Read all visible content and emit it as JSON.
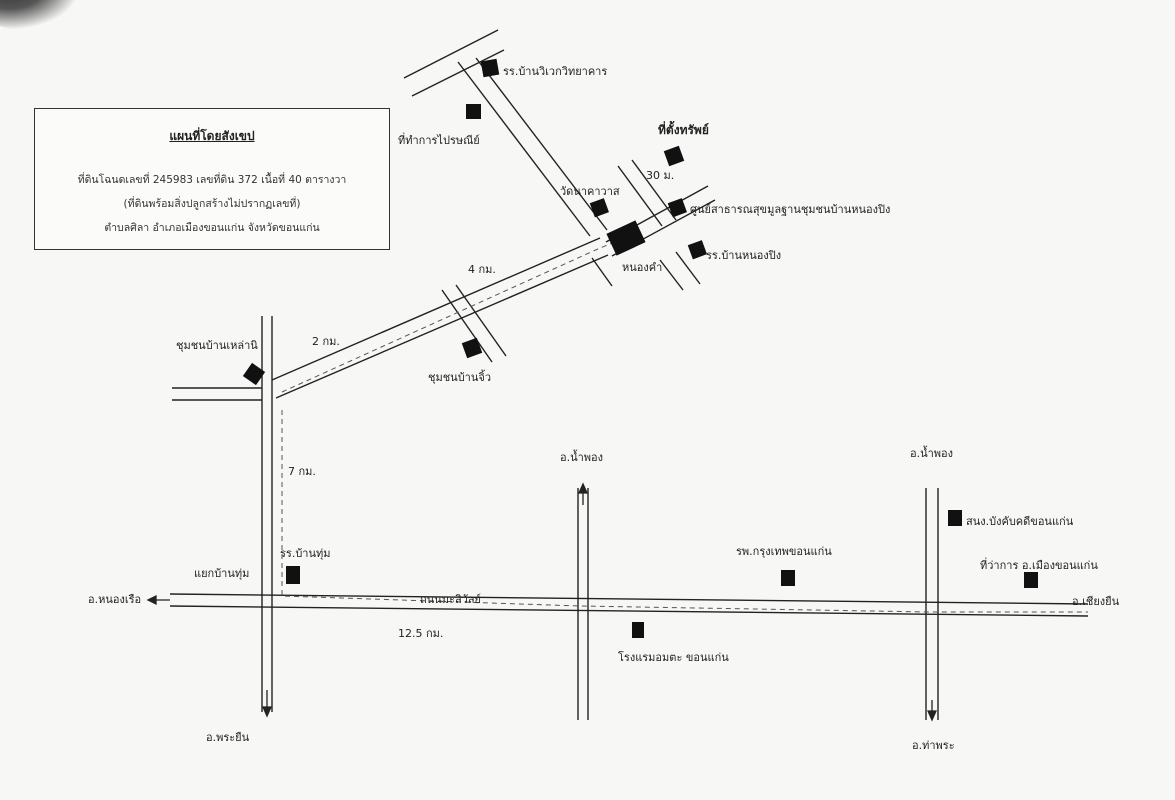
{
  "legend": {
    "title": "แผนที่โดยสังเขป",
    "line1": "ที่ดินโฉนดเลขที่ 245983 เลขที่ดิน 372 เนื้อที่ 40 ตารางวา",
    "line2": "(ที่ดินพร้อมสิ่งปลูกสร้างไม่ปรากฏเลขที่)",
    "line3": "ตำบลศิลา อำเภอเมืองขอนแก่น จังหวัดขอนแก่น"
  },
  "places": {
    "school_top": "รร.บ้านวิเวกวิทยาคาร",
    "telecom": "ที่ทำการไปรษณีย์",
    "asset": "ที่ตั้งทรัพย์",
    "distance_30m": "30 ม.",
    "temple": "วัดนาคาวาส",
    "health_center": "ศูนย์สาธารณสุขมูลฐานชุมชนบ้านหนองปิง",
    "nong_kham": "หนองคำ",
    "school_nongping": "รร.บ้านหนองปิง",
    "distance_4km": "4 กม.",
    "community_left": "ชุมชนบ้านเหล่านิ",
    "distance_2km": "2 กม.",
    "community_bottom": "ชุมชนบ้านจิ้ว",
    "distance_7km": "7 กม.",
    "district_nam_phong_mid": "อ.น้ำพอง",
    "district_nam_phong_right": "อ.น้ำพอง",
    "land_office": "สนง.บังคับคดีขอนแก่น",
    "bangkok_hospital": "รพ.กรุงเทพขอนแก่น",
    "district_office": "ที่ว่าการ อ.เมืองขอนแก่น",
    "school_ban_phu": "รร.บ้านทุ่ม",
    "junction_ban_thum": "แยกบ้านทุ่ม",
    "to_nong_ruea": "อ.หนองเรือ",
    "road_mittraphap": "ถนนมะลิวัลย์",
    "to_chiang_yuen": "อ.เชียงยืน",
    "distance_12_5km": "12.5 กม.",
    "hotel": "โรงแรมอมตะ ขอนแก่น",
    "to_phra_yuen": "อ.พระยืน",
    "to_tha_phra": "อ.ท่าพระ"
  }
}
